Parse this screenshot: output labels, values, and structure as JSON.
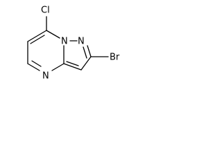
{
  "molecule": {
    "atoms": {
      "cl": "Cl",
      "br": "Br",
      "n_pyrimidine": "N",
      "n_bridge": "N",
      "n_pyrazole": "N"
    }
  }
}
